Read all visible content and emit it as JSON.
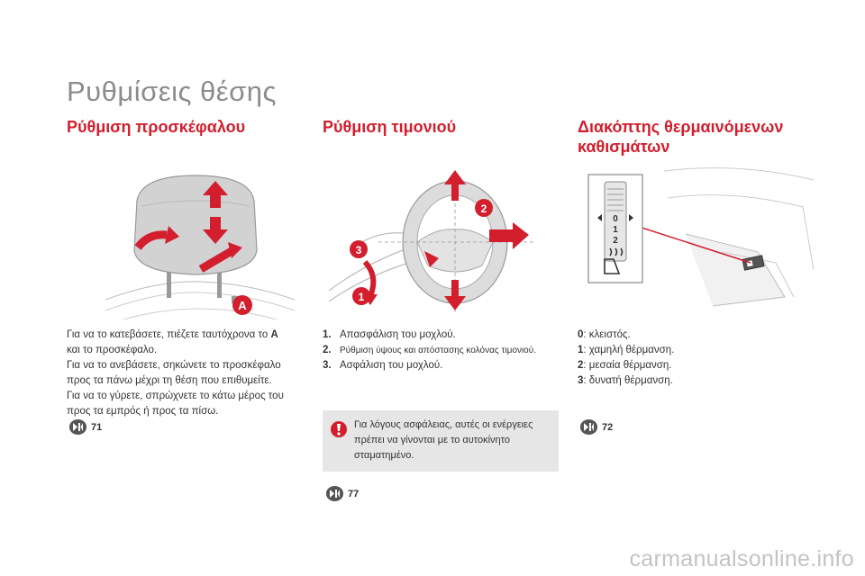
{
  "page": {
    "title": "Ρυθμίσεις θέσης"
  },
  "sections": {
    "headrest": {
      "title": "Ρύθμιση προσκέφαλου",
      "figure_label": "A",
      "lines": [
        "Για να το κατεβάσετε, πιέζετε ταυτόχρονα το ",
        "και το προσκέφαλο.",
        "Για να το ανεβάσετε, σηκώνετε το προσκέφαλο",
        "προς τα πάνω μέχρι τη θέση που επιθυμείτε.",
        "Για να το γύρετε, σπρώχνετε το κάτω μέρος του",
        "προς τα εμπρός ή προς τα πίσω."
      ],
      "highlight": "A",
      "ref": "71"
    },
    "steering": {
      "title": "Ρύθμιση τιμονιού",
      "figure_labels": [
        "1",
        "2",
        "3"
      ],
      "items": [
        {
          "num": "1.",
          "text": "Απασφάλιση του μοχλού."
        },
        {
          "num": "2.",
          "text": "Ρύθμιση ύψους και απόστασης κολόνας τιμονιού."
        },
        {
          "num": "3.",
          "text": "Ασφάλιση του μοχλού."
        }
      ],
      "warning": "Για λόγους ασφάλειας, αυτές οι ενέργειες πρέπει να γίνονται με το αυτοκίνητο σταματημένο.",
      "ref": "77"
    },
    "heated_seats": {
      "title_line1": "Διακόπτης θερμαινόμενων",
      "title_line2": "καθισμάτων",
      "dial_labels": [
        "0",
        "1",
        "2"
      ],
      "items": [
        {
          "num": "0",
          "text": ": κλειστός."
        },
        {
          "num": "1",
          "text": ": χαμηλή θέρμανση."
        },
        {
          "num": "2",
          "text": ": μεσαία θέρμανση."
        },
        {
          "num": "3",
          "text": ": δυνατή θέρμανση."
        }
      ],
      "ref": "72"
    }
  },
  "watermark": "carmanualsonline.info",
  "colors": {
    "accent": "#d21e2d",
    "title_gray": "#8c8c8c",
    "box_gray": "#e6e6e6"
  }
}
